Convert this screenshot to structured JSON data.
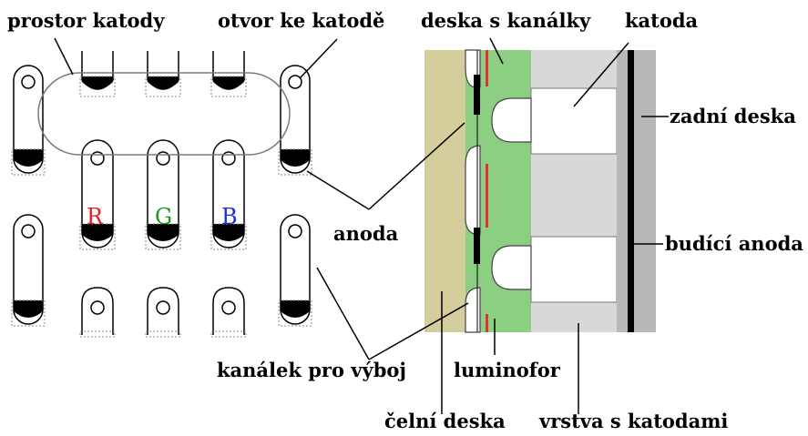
{
  "labels": {
    "prostor_katody": "prostor katody",
    "otvor_ke_katode": "otvor ke katodě",
    "deska_s_kanalky": "deska s kanálky",
    "katoda": "katoda",
    "zadni_deska": "zadní deska",
    "anoda": "anoda",
    "budici_anoda": "budící anoda",
    "kanalek_pro_vyboj": "kanálek pro výboj",
    "luminofor": "luminofor",
    "celni_deska": "čelní deska",
    "vrstva_s_katodami": "vrstva s katodami"
  },
  "rgb": {
    "r": "R",
    "g": "G",
    "b": "B"
  },
  "colors": {
    "front_plate": "#d4cd9c",
    "channel_plate": "#8cce82",
    "cathode_layer": "#d8d8d8",
    "back_plate": "#b7b7b7",
    "phosphor": "#e23030",
    "r": "#e02020",
    "g": "#1f9a1f",
    "b": "#1f2fd6"
  }
}
